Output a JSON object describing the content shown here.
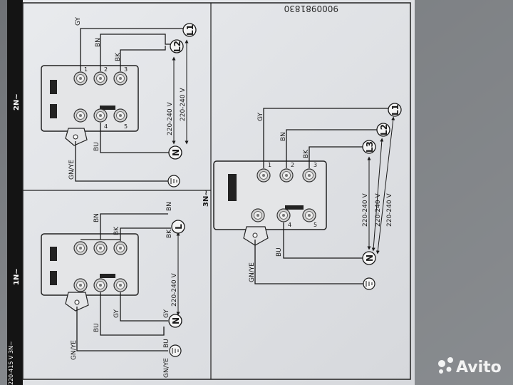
{
  "serial_number": "9000981830",
  "watermark": "Avito",
  "bottom_fragment": "220-415 V 3N~",
  "panel_1n": {
    "header": "1N~",
    "wires": {
      "bn": "BN",
      "bk": "BK",
      "gy": "GY",
      "bu": "BU",
      "gnye": "GN/YE"
    },
    "side_labels": {
      "bn": "BN",
      "bk": "BK",
      "gy": "GY",
      "bu": "BU",
      "gnye": "GN/YE"
    },
    "terminals": {
      "l": "L",
      "n": "N"
    },
    "voltage": "220-240 V"
  },
  "panel_2n": {
    "header": "2N~",
    "wires": {
      "gy": "GY",
      "bn": "BN",
      "bk": "BK",
      "bu": "BU",
      "gnye": "GN/YE"
    },
    "terminals": {
      "l1": "L1",
      "l2": "L2",
      "n": "N"
    },
    "voltages": [
      "220-240 V",
      "220-240 V"
    ]
  },
  "panel_3n": {
    "header": "3N~",
    "wires": {
      "gy": "GY",
      "bn": "BN",
      "bk": "BK",
      "bu": "BU",
      "gnye": "GN/YE"
    },
    "terminals": {
      "l1": "L1",
      "l2": "L2",
      "l3": "L3",
      "n": "N"
    },
    "voltages": [
      "220-240 V",
      "220-240 V",
      "220-240 V"
    ]
  },
  "block_numbers": [
    "1",
    "2",
    "3",
    "4",
    "5"
  ]
}
